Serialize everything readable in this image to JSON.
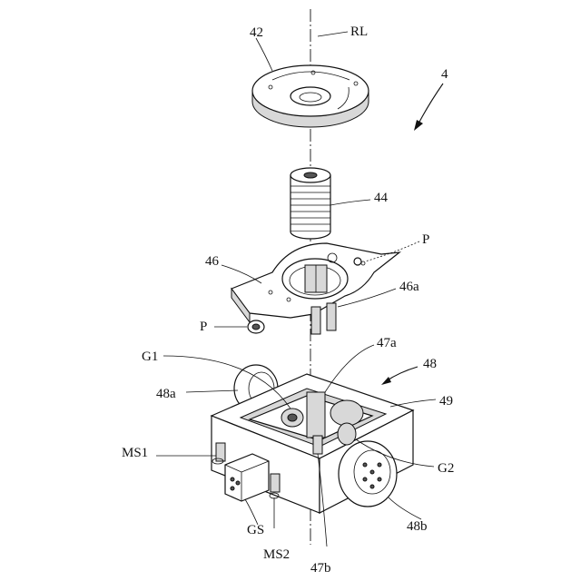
{
  "labels": {
    "l42": "42",
    "lRL": "RL",
    "l4": "4",
    "l44": "44",
    "lP1": "P",
    "l46": "46",
    "l46a": "46a",
    "lP2": "P",
    "l47a": "47a",
    "lG1": "G1",
    "l48": "48",
    "l48a": "48a",
    "l49": "49",
    "lMS1": "MS1",
    "lG2": "G2",
    "lGS": "GS",
    "l48b": "48b",
    "lMS2": "MS2",
    "l47b": "47b"
  }
}
